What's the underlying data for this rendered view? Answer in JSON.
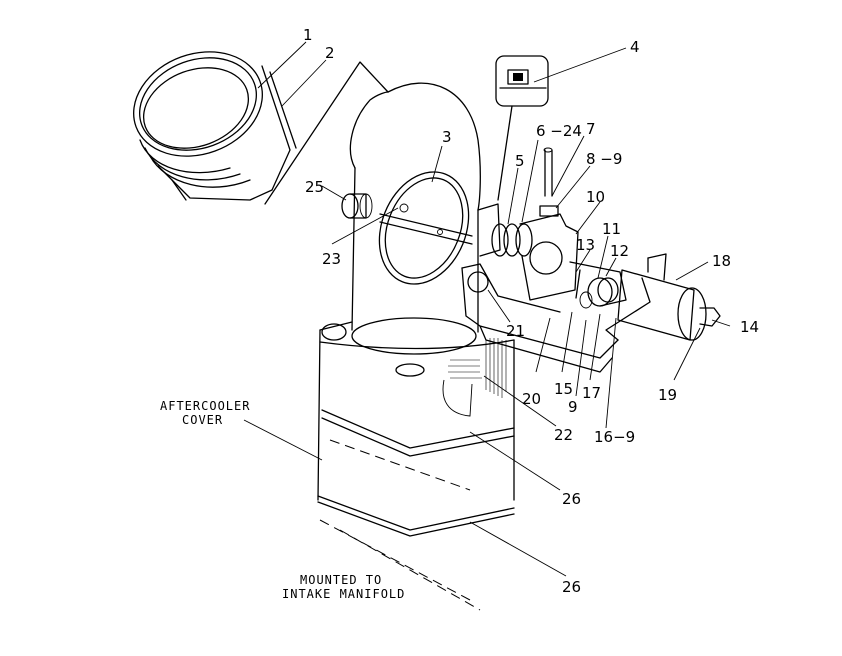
{
  "callouts": {
    "c1": "1",
    "c2": "2",
    "c3": "3",
    "c4": "4",
    "c5": "5",
    "c6_24": "6 −24",
    "c7": "7",
    "c8_9": "8 −9",
    "c10": "10",
    "c11": "11",
    "c12": "12",
    "c13": "13",
    "c14": "14",
    "c15": "15",
    "c16_9": "16−9",
    "c17": "17",
    "c18": "18",
    "c19": "19",
    "c20": "20",
    "c21": "21",
    "c22": "22",
    "c23": "23",
    "c25": "25",
    "c26_upper": "26",
    "c26_lower": "26",
    "c9": "9"
  },
  "captions": {
    "aftercooler_line1": "AFTERCOOLER",
    "aftercooler_line2": "COVER",
    "mounted_line1": "MOUNTED TO",
    "mounted_line2": "INTAKE MANIFOLD"
  }
}
